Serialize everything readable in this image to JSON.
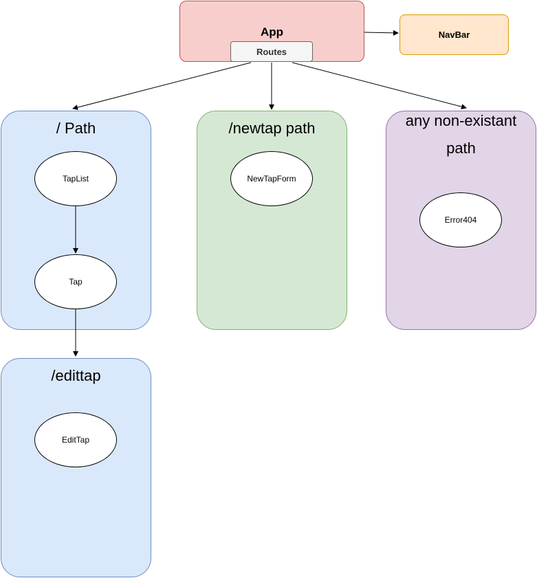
{
  "app": {
    "label": "App",
    "routes_label": "Routes"
  },
  "navbar": {
    "label": "NavBar"
  },
  "routes": [
    {
      "title": "/ Path",
      "nodes": [
        "TapList",
        "Tap"
      ]
    },
    {
      "title": "/newtap path",
      "nodes": [
        "NewTapForm"
      ]
    },
    {
      "title_lines": [
        "any non-existant",
        "path"
      ],
      "nodes": [
        "Error404"
      ]
    }
  ],
  "edit_route": {
    "title": "/edittap",
    "nodes": [
      "EditTap"
    ]
  },
  "colors": {
    "app_fill": "#f8cecc",
    "app_stroke": "#b85450",
    "navbar_fill": "#ffe6cc",
    "navbar_stroke": "#d79b00",
    "blue_fill": "#dae8fc",
    "blue_stroke": "#6c8ebf",
    "green_fill": "#d5e8d4",
    "green_stroke": "#82b366",
    "purple_fill": "#e1d5e7",
    "purple_stroke": "#9673a6"
  }
}
